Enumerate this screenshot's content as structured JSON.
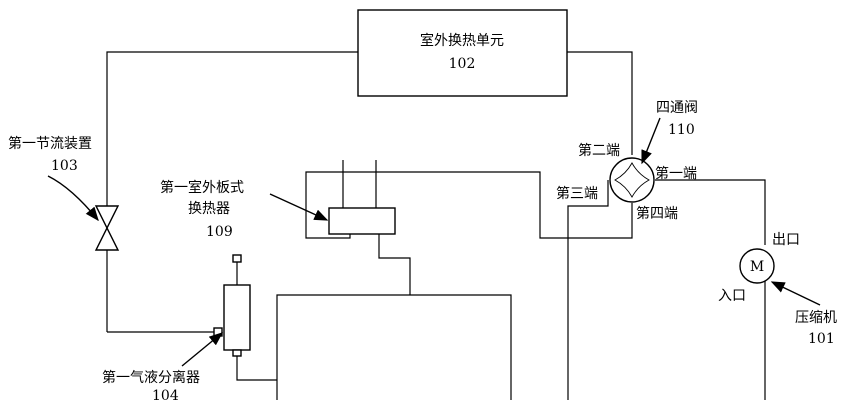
{
  "outdoor_unit": {
    "name": "室外换热单元",
    "id": "102"
  },
  "four_way_valve": {
    "name": "四通阀",
    "id": "110",
    "port_1": "第一端",
    "port_2": "第二端",
    "port_3": "第三端",
    "port_4": "第四端"
  },
  "throttle": {
    "name": "第一节流装置",
    "id": "103"
  },
  "plate_exchanger": {
    "name_line1": "第一室外板式",
    "name_line2": "换热器",
    "id": "109"
  },
  "separator": {
    "name": "第一气液分离器",
    "id": "104"
  },
  "compressor": {
    "name": "压缩机",
    "id": "101",
    "symbol": "M",
    "outlet": "出口",
    "inlet": "入口"
  }
}
